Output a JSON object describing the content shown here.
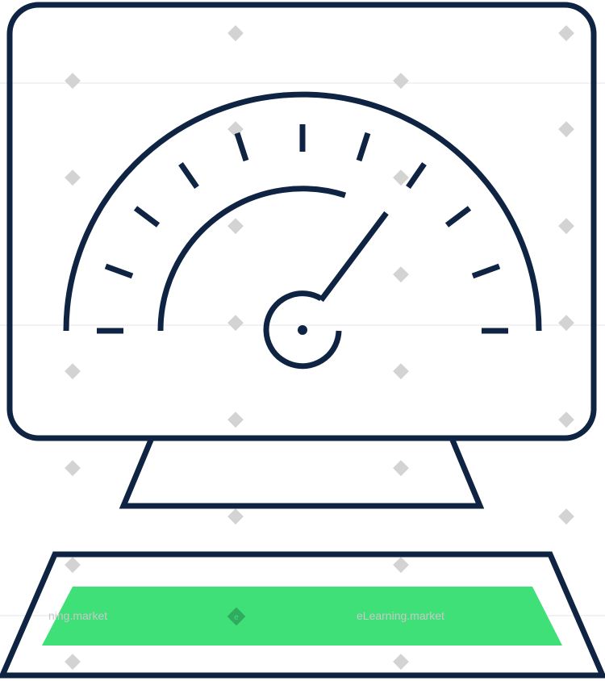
{
  "illustration": {
    "subject": "computer-monitor-with-speedometer-icon",
    "colors": {
      "stroke": "#0f2442",
      "accent": "#3ee077",
      "watermark": "#c9c9c9",
      "background": "#ffffff"
    },
    "gauge": {
      "needle_icon": "gauge-needle-icon",
      "level_fraction": 0.8
    },
    "keyboard": {
      "key_area_color_name": "green"
    }
  },
  "watermark": {
    "text_left": "ning.market",
    "text_right": "eLearning.market",
    "logo_glyph": "e"
  }
}
